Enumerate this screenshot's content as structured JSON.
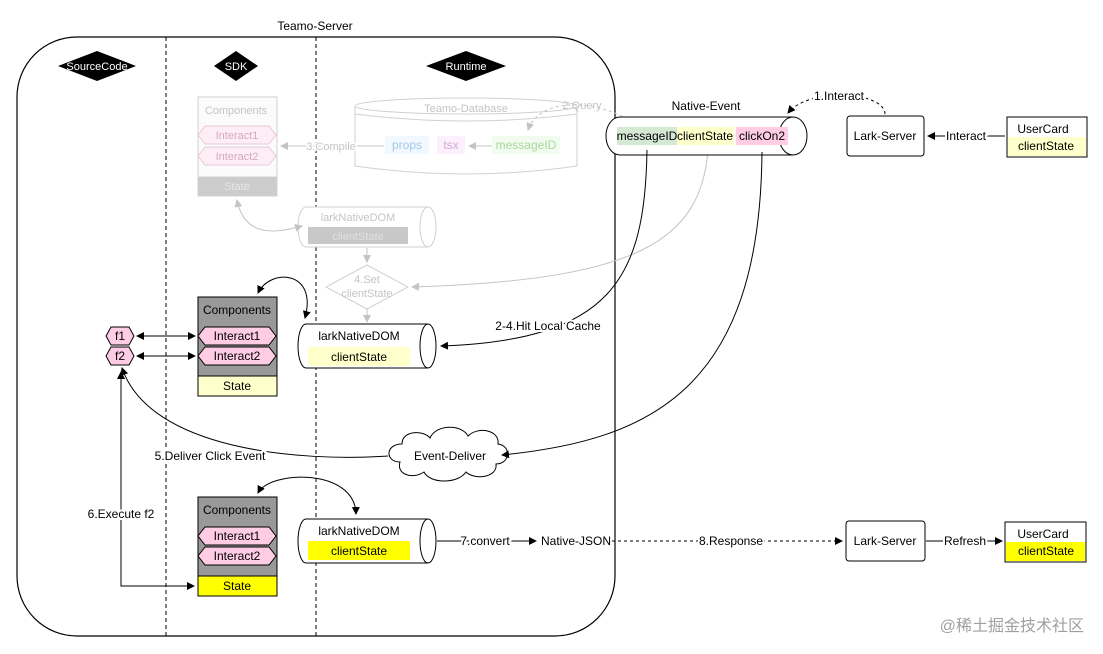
{
  "server": {
    "title": "Teamo-Server",
    "lanes": {
      "source": "SourceCode",
      "sdk": "SDK",
      "runtime": "Runtime"
    }
  },
  "db": {
    "title": "Teamo-Database",
    "props": "props",
    "tsx": "tsx",
    "message_id": "messageID"
  },
  "faded": {
    "components": "Components",
    "interact1": "Interact1",
    "interact2": "Interact2",
    "state": "State",
    "dom": "larkNativeDOM",
    "dom_state": "clientState",
    "set_state": [
      "4.Set",
      "clientState"
    ]
  },
  "active_mid": {
    "components": "Components",
    "interact1": "Interact1",
    "interact2": "Interact2",
    "state": "State",
    "dom": "larkNativeDOM",
    "dom_state": "clientState"
  },
  "active_bottom": {
    "components": "Components",
    "interact1": "Interact1",
    "interact2": "Interact2",
    "state": "State",
    "dom": "larkNativeDOM",
    "dom_state": "clientState"
  },
  "functions": {
    "f1": "f1",
    "f2": "f2"
  },
  "native_event": {
    "title": "Native-Event",
    "message_id": "messageID",
    "client_state": "clientState",
    "click": "clickOn2"
  },
  "lark_top": {
    "server": "Lark-Server",
    "card": "UserCard",
    "card_state": "clientState"
  },
  "lark_bottom": {
    "server": "Lark-Server",
    "card": "UserCard",
    "card_state": "clientState"
  },
  "event_deliver": "Event-Deliver",
  "native_json": "Native-JSON",
  "steps": {
    "s1": "1.Interact",
    "interact": "Interact",
    "s2": "2.Query",
    "s3": "3.Compile",
    "s2_4": "2-4.Hit Local Cache",
    "s5": "5.Deliver Click Event",
    "s6": "6.Execute f2",
    "s7": "7.convert",
    "s8": "8.Response",
    "refresh": "Refresh"
  },
  "watermark": "@稀土掘金技术社区",
  "colors": {
    "yellow": "#ffff00",
    "light_yellow": "#ffffcc",
    "pink": "#ffcce6",
    "grey": "#999999",
    "green": "#d5e8d4",
    "faded": "#bbbbbb"
  }
}
